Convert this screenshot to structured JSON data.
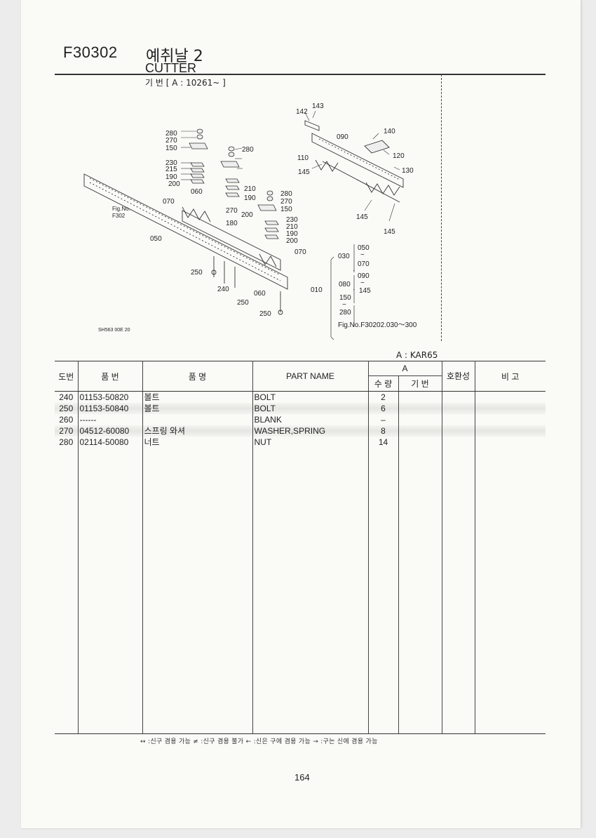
{
  "header": {
    "fig_code": "F30302",
    "title_ko": "예취날 2",
    "title_en": "CUTTER",
    "serial": "기 번 [ A : 10261~ ]"
  },
  "diagram": {
    "left_labels": [
      "280",
      "270",
      "150",
      "230",
      "215",
      "190",
      "200",
      "060",
      "070",
      "280",
      "210",
      "190",
      "280",
      "270",
      "150",
      "230",
      "210",
      "190",
      "200",
      "070",
      "050",
      "250",
      "240",
      "250",
      "060",
      "250",
      "180",
      "200",
      "270",
      "Fig.No.",
      "F302"
    ],
    "right_labels": [
      "142",
      "143",
      "090",
      "140",
      "110",
      "120",
      "130",
      "145",
      "145",
      "145"
    ],
    "bracket": {
      "outer": "010",
      "inner_a": "030",
      "a_from": "050",
      "a_to": "070",
      "inner_b": "080",
      "b_from": "090",
      "b_to": "145",
      "c_from": "150",
      "c_to": "280",
      "tilde": "~",
      "dot": "·",
      "fig_ref": "Fig.No.F30202.030～300"
    },
    "small_code": "SH563 00E 20"
  },
  "model_line": "A  :  KAR65",
  "table": {
    "headers": {
      "no": "도번",
      "part_no": "품   번",
      "name_ko": "품          명",
      "part_name": "PART NAME",
      "group_a": "A",
      "qty": "수 량",
      "serial": "기 번",
      "interchange": "호환성",
      "remarks": "비   고"
    },
    "rows": [
      {
        "no": "240",
        "part_no": "01153-50820",
        "name_ko": "볼트",
        "name_en": "BOLT",
        "qty": "2"
      },
      {
        "no": "250",
        "part_no": "01153-50840",
        "name_ko": "볼트",
        "name_en": "BOLT",
        "qty": "6"
      },
      {
        "no": "260",
        "part_no": "------",
        "name_ko": "",
        "name_en": "BLANK",
        "qty": "–"
      },
      {
        "no": "270",
        "part_no": "04512-60080",
        "name_ko": "스프링 와셔",
        "name_en": "WASHER,SPRING",
        "qty": "8"
      },
      {
        "no": "280",
        "part_no": "02114-50080",
        "name_ko": "너트",
        "name_en": "NUT",
        "qty": "14"
      }
    ]
  },
  "legend": "↔ :신구 겸용 가능     ≠ :신구 겸용 불가     ← :신은 구에 겸용 가능     → :구는 신에 겸용 가능",
  "page_number": "164",
  "colors": {
    "ink": "#222222",
    "paper": "#fafaf7",
    "margin": "#ececec"
  }
}
